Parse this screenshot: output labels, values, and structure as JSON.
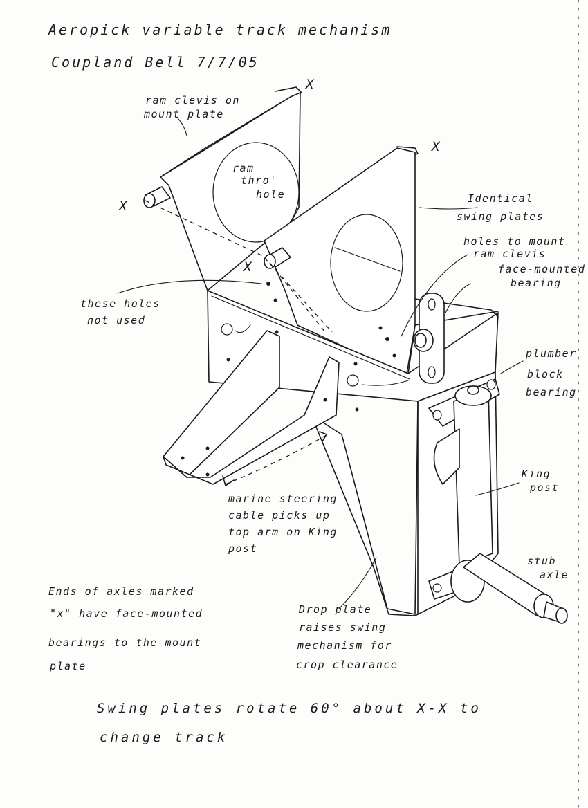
{
  "title": {
    "line1": "Aeropick variable track mechanism",
    "line2": "Coupland Bell 7/7/05"
  },
  "labels": {
    "ram_clevis": [
      "ram clevis on",
      "mount plate"
    ],
    "ram_hole": [
      "ram",
      "thro'",
      "hole"
    ],
    "identical_swing": [
      "Identical",
      "swing plates"
    ],
    "holes_mount": [
      "holes to mount",
      "ram clevis"
    ],
    "face_bearing": [
      "face-mounted",
      "bearing"
    ],
    "holes_not_used": [
      "these holes",
      "not used"
    ],
    "plumber_block": [
      "plumber",
      "block",
      "bearing"
    ],
    "king_post": [
      "King",
      "post"
    ],
    "marine_cable": [
      "marine steering",
      "cable picks up",
      "top arm on King",
      "post"
    ],
    "stub_axle": [
      "stub",
      "axle"
    ],
    "drop_plate": [
      "Drop plate",
      "raises swing",
      "mechanism for",
      "crop clearance"
    ],
    "axles_note": [
      "Ends of axles marked",
      "\"x\" have face-mounted",
      "bearings to the mount",
      "plate"
    ],
    "swing_note": [
      "Swing plates rotate 60° about X-X to",
      "change track"
    ],
    "x_mark": "X"
  }
}
